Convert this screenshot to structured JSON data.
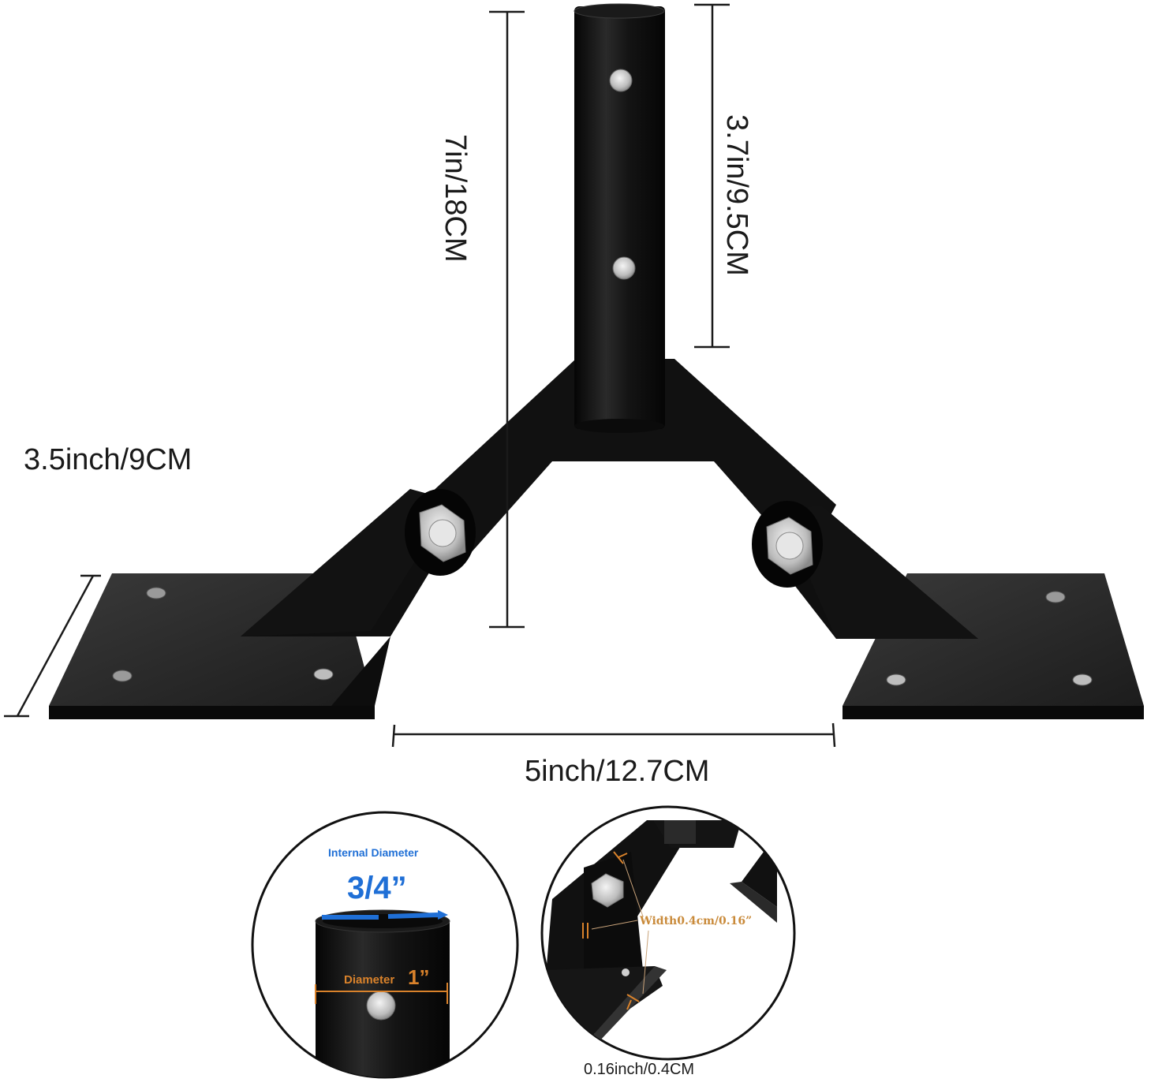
{
  "product": {
    "name": "flag pole bracket mount",
    "colors": {
      "metal": "#111111",
      "plate_top": "#2b2b2b",
      "plate_edge": "#0a0a0a",
      "bolt": "#cfcfcf",
      "dimension_line": "#1a1a1a",
      "accent_blue": "#1f6fd6",
      "accent_orange": "#d9822b"
    }
  },
  "dimensions": {
    "total_height": "7in/18CM",
    "tube_height": "3.7in/9.5CM",
    "plate_depth": "3.5inch/9CM",
    "plate_gap": "5inch/12.7CM"
  },
  "detail_left": {
    "title": "Internal Diameter",
    "internal_value": "3/4”",
    "outer_label": "Diameter",
    "outer_value": "1”"
  },
  "detail_right": {
    "width_label": "Width0.4cm/0.16”",
    "caption": "0.16inch/0.4CM"
  }
}
